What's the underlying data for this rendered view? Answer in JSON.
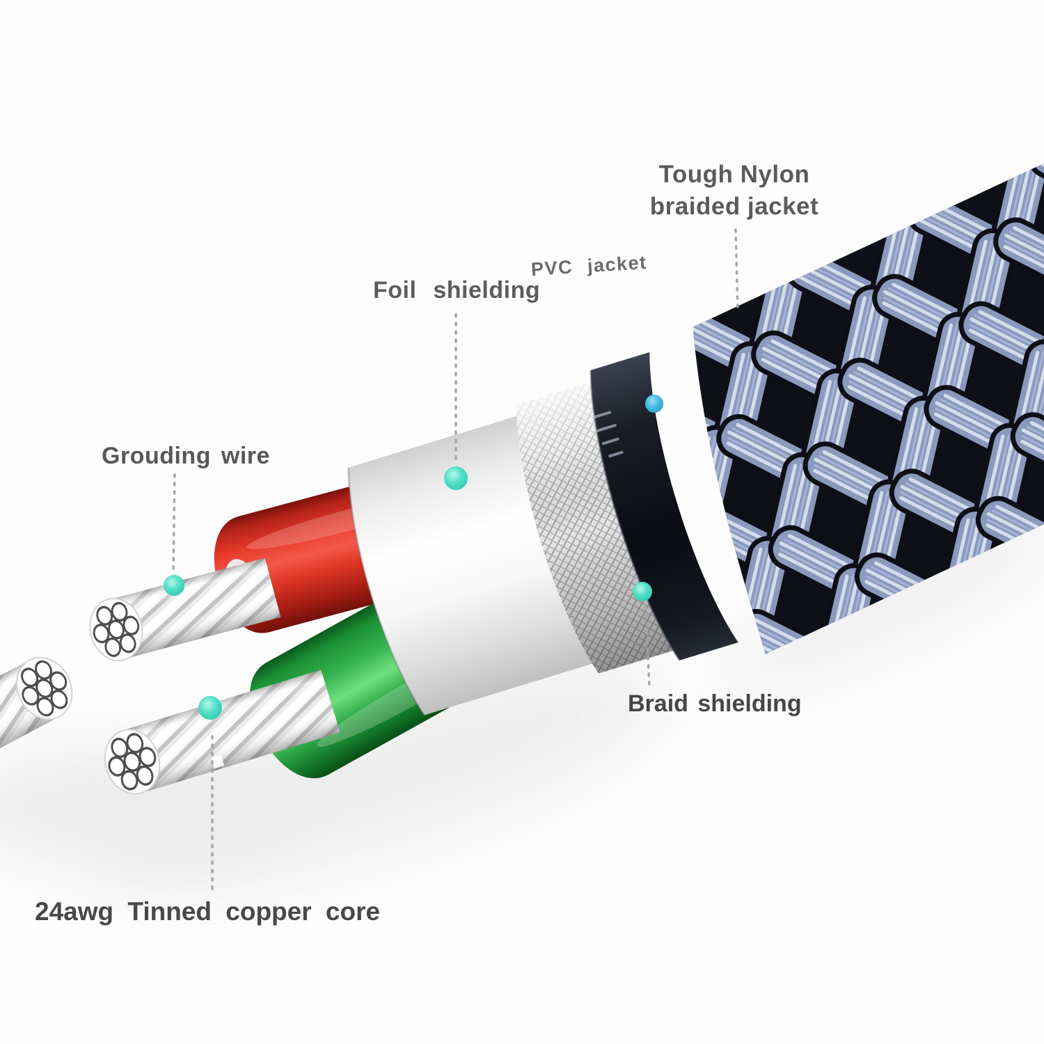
{
  "diagram": {
    "subject": "Nylon braided cable construction cutaway",
    "background_color": "#fdfdfd",
    "accent_dot_color": "#3bd8c0",
    "pvc_dot_color": "#3aaede",
    "leader_line_color": "#a3a3a3",
    "label_text_color": "#5d5d5d",
    "materials": {
      "braided_jacket_strand": "#8b99bc",
      "braided_jacket_gap": "#0d1016",
      "pvc_jacket": "#14171e",
      "braid_shielding": "#e2e2e2",
      "foil_shielding": "#f7f7f7",
      "wire_insulation_red": "#e63a2b",
      "wire_insulation_green": "#36b350",
      "tinned_copper_strand": "#f2f2f2"
    },
    "labels": {
      "tough_nylon": {
        "line1": "Tough Nylon",
        "line2": "braided jacket"
      },
      "pvc_jacket": {
        "text": "PVC jacket"
      },
      "foil_shielding": {
        "text": "Foil shielding"
      },
      "grounding_wire": {
        "text": "Grouding wire"
      },
      "braid_shielding": {
        "text": "Braid shielding"
      },
      "copper_core": {
        "text": "24awg Tinned copper core"
      }
    }
  }
}
